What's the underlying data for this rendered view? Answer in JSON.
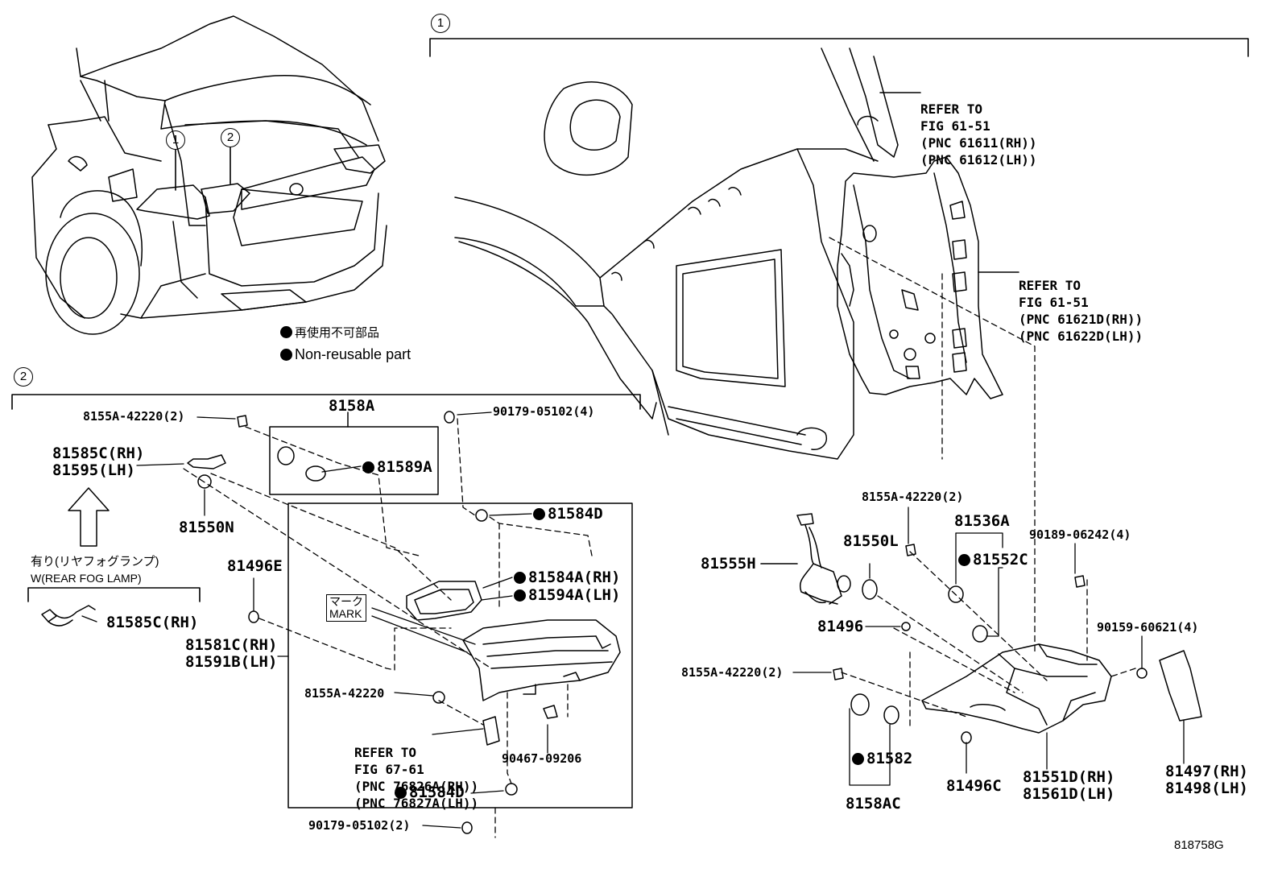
{
  "figure_id": "818758G",
  "section_markers": [
    "1",
    "2"
  ],
  "legend": {
    "jp": "再使用不可部品",
    "en": "Non-reusable part"
  },
  "rear_fog_lamp": {
    "jp": "有り(リヤフォグランプ)",
    "en": "W(REAR FOG LAMP)"
  },
  "mark_label": {
    "jp": "マーク",
    "en": "MARK"
  },
  "refs": {
    "ref1": [
      "REFER TO",
      "FIG 61-51",
      "(PNC 61611(RH))",
      "(PNC 61612(LH))"
    ],
    "ref2": [
      "REFER TO",
      "FIG 61-51",
      "(PNC 61621D(RH))",
      "(PNC 61622D(LH))"
    ],
    "ref3": [
      "REFER TO",
      "FIG 67-61",
      "(PNC 76826A(RH))",
      "(PNC 76827A(LH))"
    ]
  },
  "parts": {
    "p8155A_2a": "8155A-42220(2)",
    "p8158A": "8158A",
    "p90179_4": "90179-05102(4)",
    "p81585C_RH": "81585C(RH)",
    "p81595_LH": "81595(LH)",
    "p81589A": "81589A",
    "p81550N": "81550N",
    "p81584D_top": "81584D",
    "p81585C_RH_b": "81585C(RH)",
    "p81496E": "81496E",
    "p81584A": "81584A(RH)",
    "p81594A": "81594A(LH)",
    "p81581C": "81581C(RH)",
    "p81591B": "81591B(LH)",
    "p8155A_single": "8155A-42220",
    "p90467": "90467-09206",
    "p81584D_bot": "81584D",
    "p90179_2": "90179-05102(2)",
    "p8155A_2b": "8155A-42220(2)",
    "p81536A": "81536A",
    "p81550L": "81550L",
    "p81552C": "81552C",
    "p90189": "90189-06242(4)",
    "p81555H": "81555H",
    "p81496": "81496",
    "p90159": "90159-60621(4)",
    "p8155A_2c": "8155A-42220(2)",
    "p81582": "81582",
    "p8158AC": "8158AC",
    "p81496C": "81496C",
    "p81551D": "81551D(RH)",
    "p81561D": "81561D(LH)",
    "p81497": "81497(RH)",
    "p81498": "81498(LH)"
  }
}
